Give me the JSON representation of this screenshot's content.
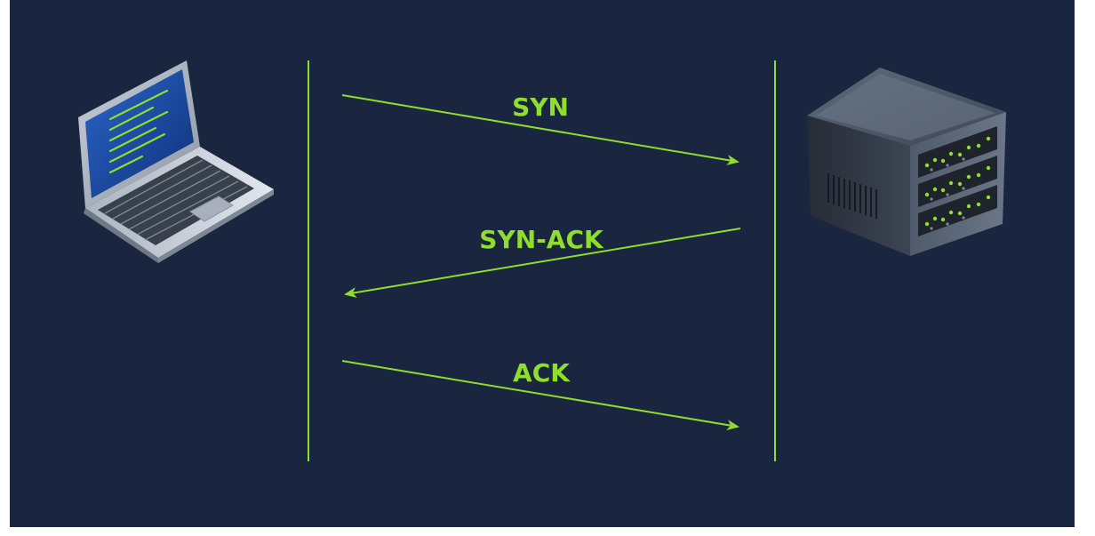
{
  "diagram": {
    "title": "",
    "accent_color": "#8fdd2d",
    "background_color": "#1a2540",
    "nodes": [
      {
        "id": "client",
        "icon": "laptop-icon"
      },
      {
        "id": "server",
        "icon": "server-icon"
      }
    ],
    "messages": [
      {
        "label": "SYN",
        "from": "client",
        "to": "server"
      },
      {
        "label": "SYN-ACK",
        "from": "server",
        "to": "client"
      },
      {
        "label": "ACK",
        "from": "client",
        "to": "server"
      }
    ]
  }
}
